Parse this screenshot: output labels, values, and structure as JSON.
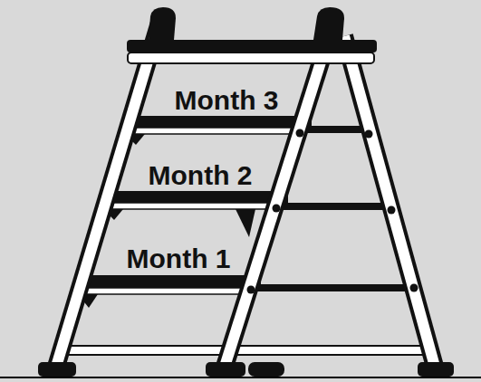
{
  "diagram": {
    "labels": [
      "Month 3",
      "Month 2",
      "Month 1"
    ]
  }
}
